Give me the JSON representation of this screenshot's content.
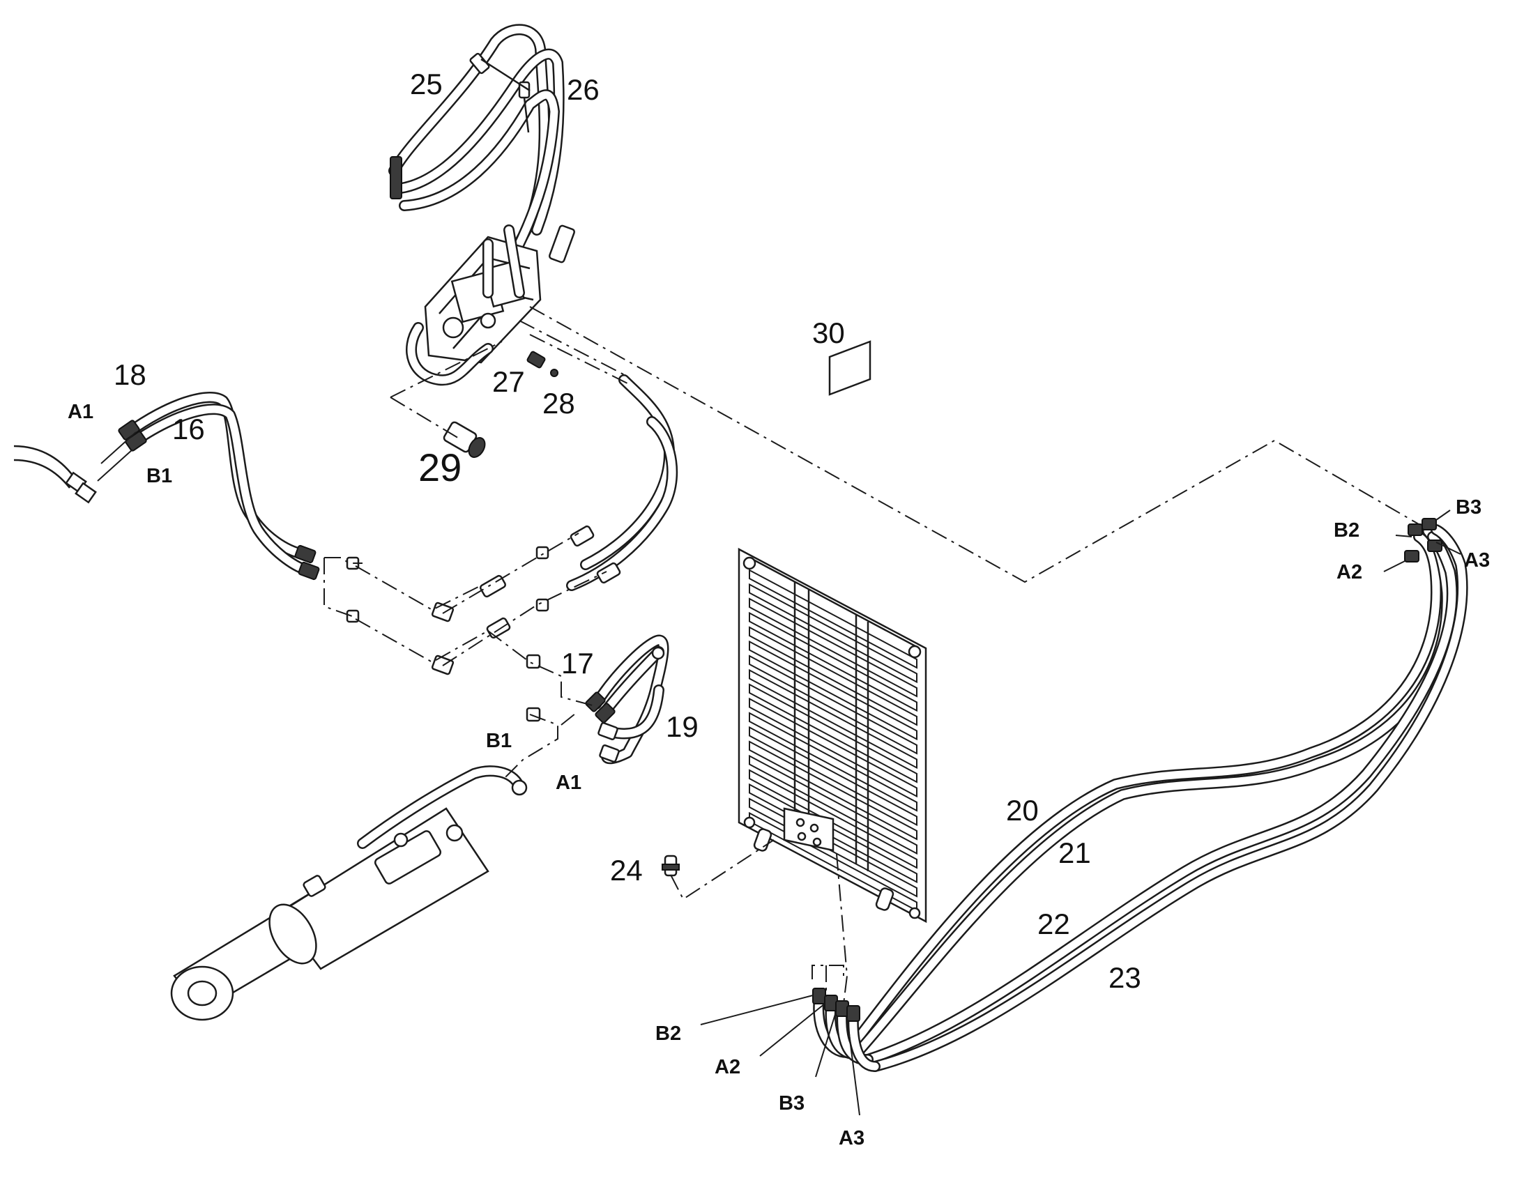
{
  "callouts": {
    "c16": "16",
    "c17": "17",
    "c18": "18",
    "c19": "19",
    "c20": "20",
    "c21": "21",
    "c22": "22",
    "c23": "23",
    "c24": "24",
    "c25": "25",
    "c26": "26",
    "c27": "27",
    "c28": "28",
    "c29": "29",
    "c30": "30"
  },
  "ports": {
    "a1_top_left": "A1",
    "b1_top_left": "B1",
    "b1_mid": "B1",
    "a1_mid": "A1",
    "b3_right": "B3",
    "b2_right": "B2",
    "a3_right": "A3",
    "a2_right": "A2",
    "b2_bottom": "B2",
    "a2_bottom": "A2",
    "b3_bottom": "B3",
    "a3_bottom": "A3"
  }
}
